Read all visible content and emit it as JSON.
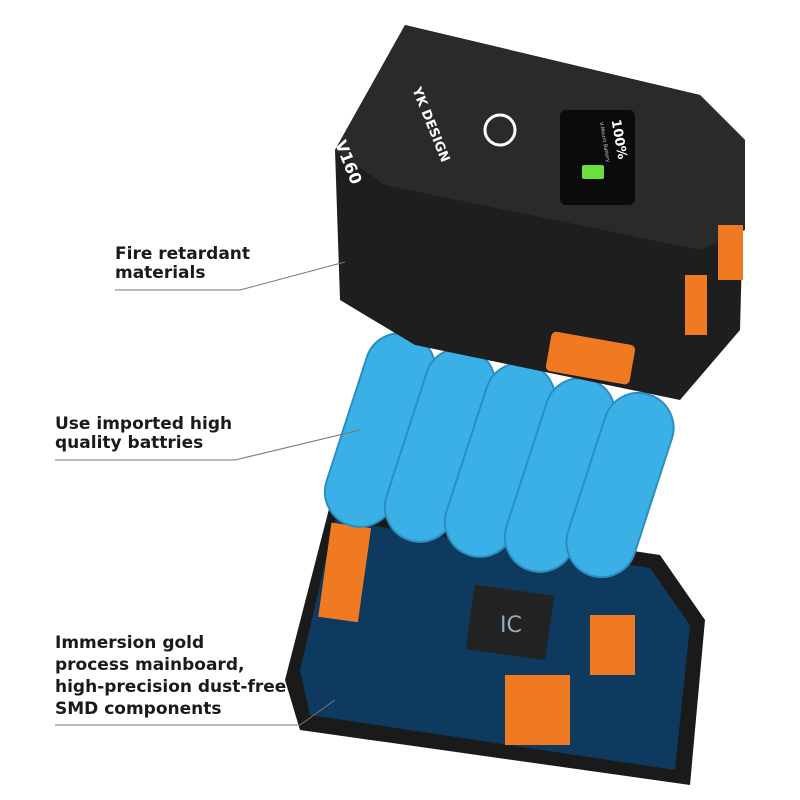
{
  "product": {
    "brand": "YK DESIGN",
    "model": "V160",
    "display": {
      "percent": "100%",
      "subtitle": "V-Mount Battery"
    }
  },
  "callouts": [
    {
      "lines": [
        "Fire retardant",
        "materials"
      ]
    },
    {
      "lines": [
        "Use imported high",
        "quality battries"
      ]
    },
    {
      "lines": [
        "Immersion gold",
        "process mainboard,",
        "high-precision dust-free",
        "SMD components"
      ]
    }
  ],
  "chip_label": "IC",
  "colors": {
    "housing": "#1e1e1e",
    "cells": "#3bb0e6",
    "accent": "#f07a22",
    "pcb": "#0d3a5e",
    "battery_icon": "#6be03c"
  }
}
